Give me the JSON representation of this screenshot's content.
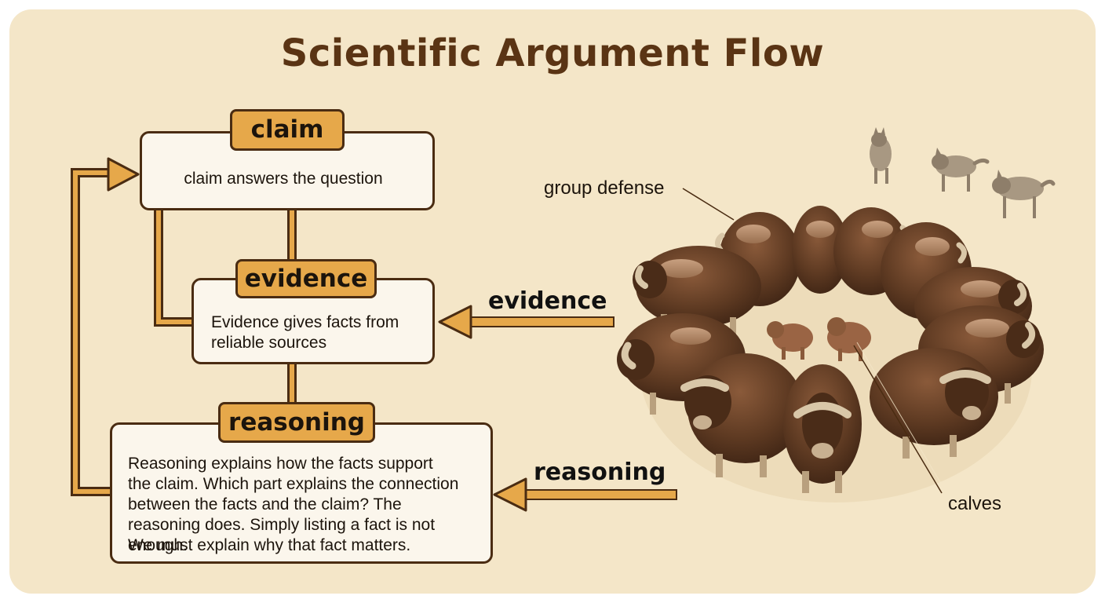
{
  "title": "Scientific Argument Flow",
  "colors": {
    "background": "#f4e6c8",
    "box_fill": "#fbf6ec",
    "box_border": "#4a2c12",
    "tag_fill": "#e6a84a",
    "arrow": "#e6a84a",
    "title": "#5a3414"
  },
  "claim": {
    "tag": "claim",
    "text": "claim answers the question"
  },
  "evidence": {
    "tag": "evidence",
    "lines": [
      "Evidence gives facts from",
      "reliable sources"
    ]
  },
  "reasoning": {
    "tag": "reasoning",
    "lines": [
      "Reasoning explains how the facts support",
      "the claim. Which part explains the connection",
      "between the facts and the claim? The",
      "reasoning does. Simply listing a fact is not enough.",
      "We must explain why that fact matters."
    ]
  },
  "arrows": {
    "evidence_label": "evidence",
    "reasoning_label": "reasoning"
  },
  "illustration": {
    "subject": "musk oxen in a defensive circle around calves, wolves approaching",
    "group_defense_label": "group defense",
    "calves_label": "calves"
  }
}
